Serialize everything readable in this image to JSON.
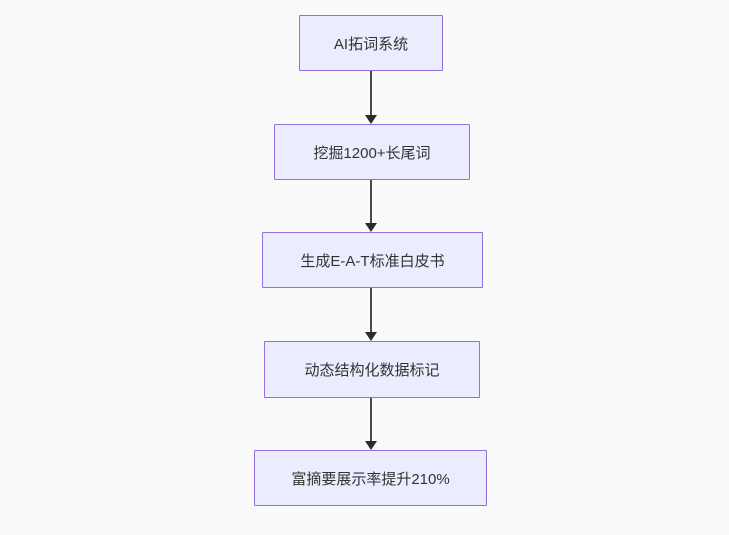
{
  "diagram": {
    "type": "flowchart",
    "direction": "top-down",
    "colors": {
      "background": "#fafafa",
      "node_fill": "#ececff",
      "node_border": "#9370db",
      "node_text": "#333333",
      "edge_line": "#4a4a4a",
      "edge_arrowhead": "#2b2b2b"
    },
    "nodes": [
      {
        "id": "n1",
        "label": "AI拓词系统"
      },
      {
        "id": "n2",
        "label": "挖掘1200+长尾词"
      },
      {
        "id": "n3",
        "label": "生成E-A-T标准白皮书"
      },
      {
        "id": "n4",
        "label": "动态结构化数据标记"
      },
      {
        "id": "n5",
        "label": "富摘要展示率提升210%"
      }
    ],
    "edges": [
      {
        "from": "n1",
        "to": "n2",
        "arrow": "down"
      },
      {
        "from": "n2",
        "to": "n3",
        "arrow": "down"
      },
      {
        "from": "n3",
        "to": "n4",
        "arrow": "down"
      },
      {
        "from": "n4",
        "to": "n5",
        "arrow": "down"
      }
    ]
  }
}
